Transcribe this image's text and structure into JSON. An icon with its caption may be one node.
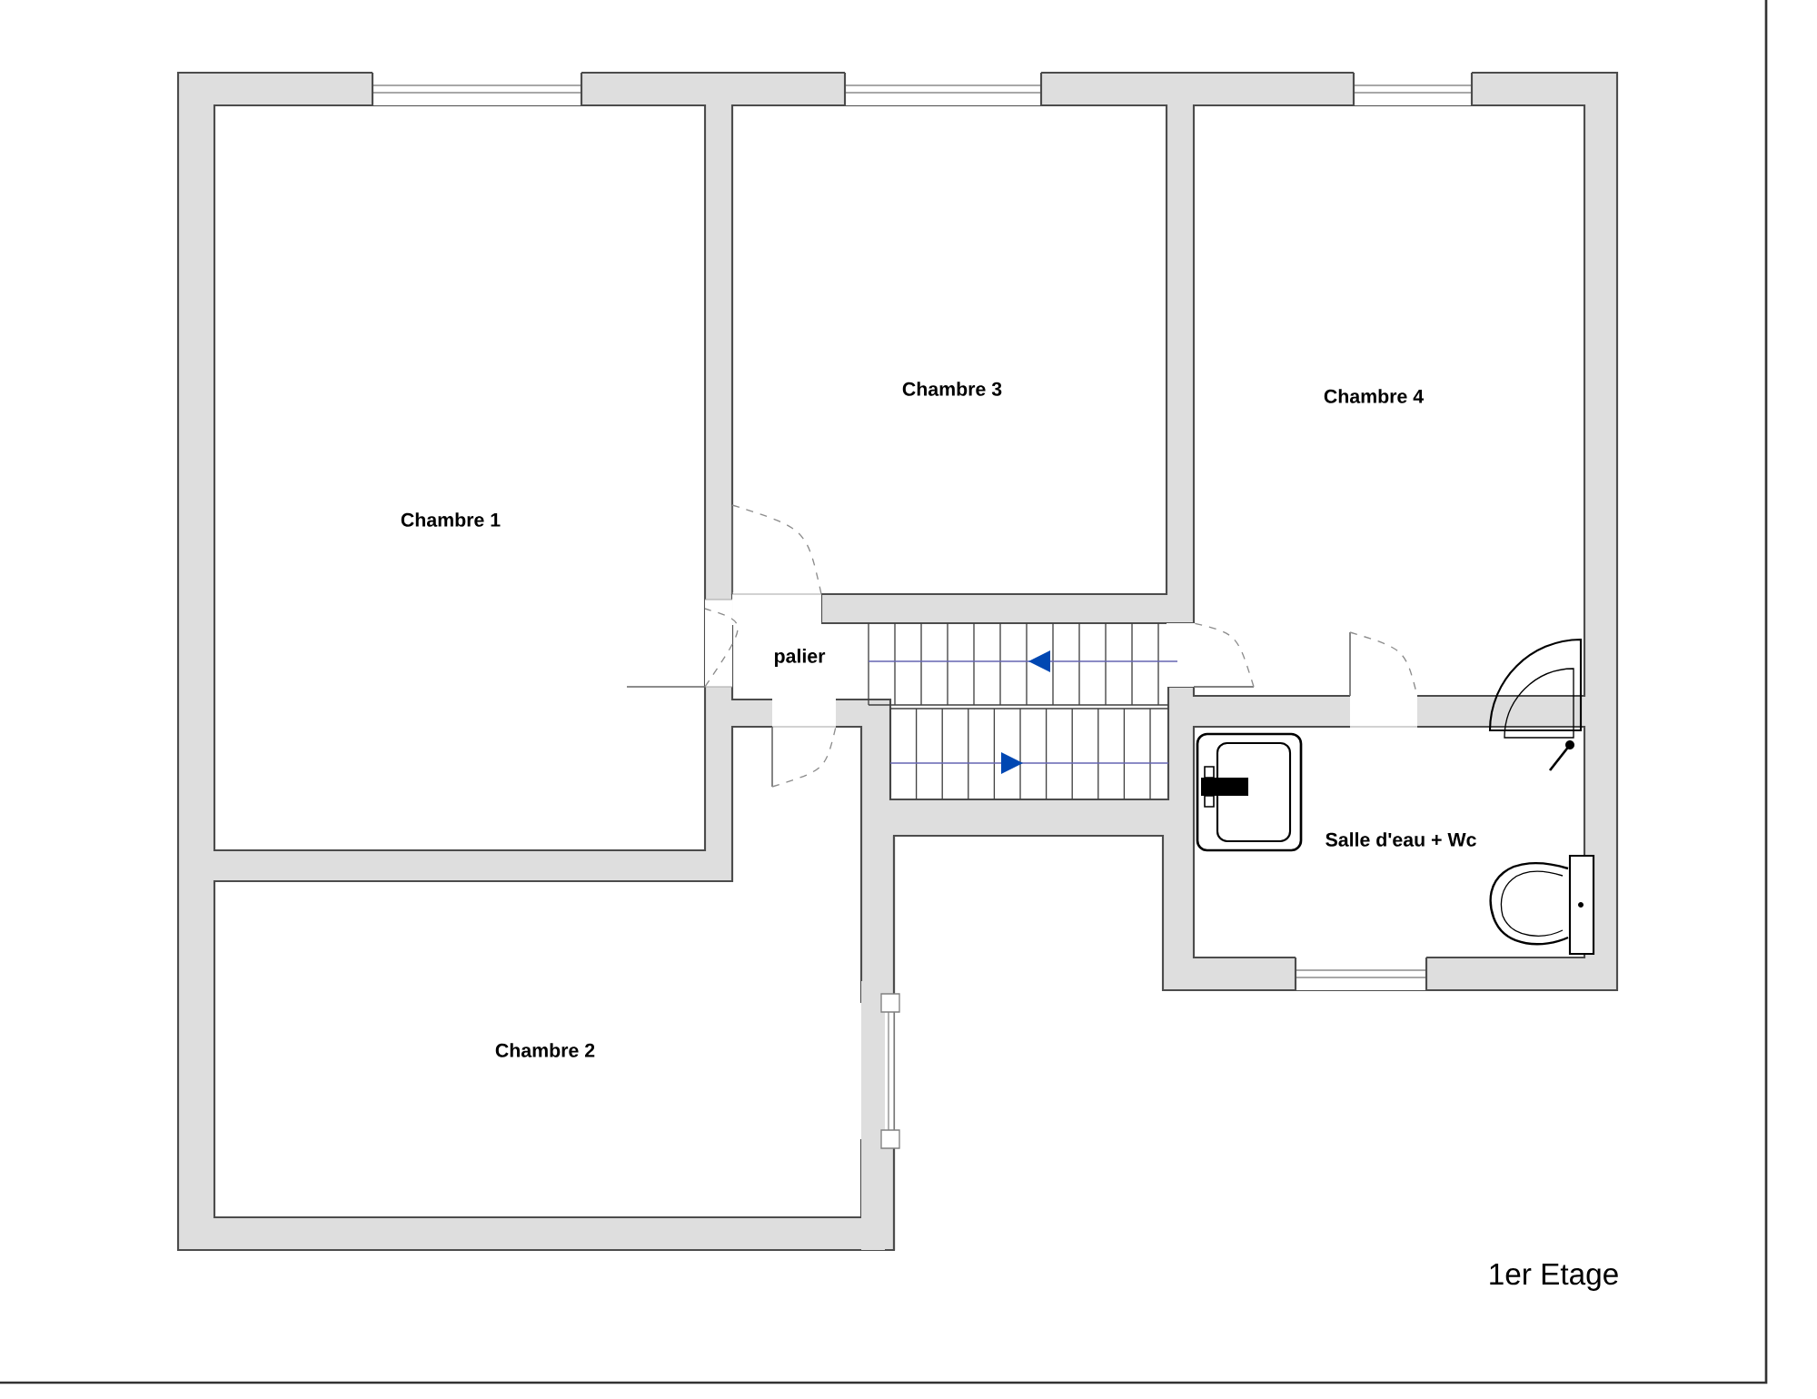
{
  "diagram": {
    "labels": [
      "Chambre 3",
      "Chambre 4",
      "Chambre 1",
      "palier",
      "Salle d'eau + Wc",
      "Chambre 2",
      "1er Etage"
    ]
  }
}
